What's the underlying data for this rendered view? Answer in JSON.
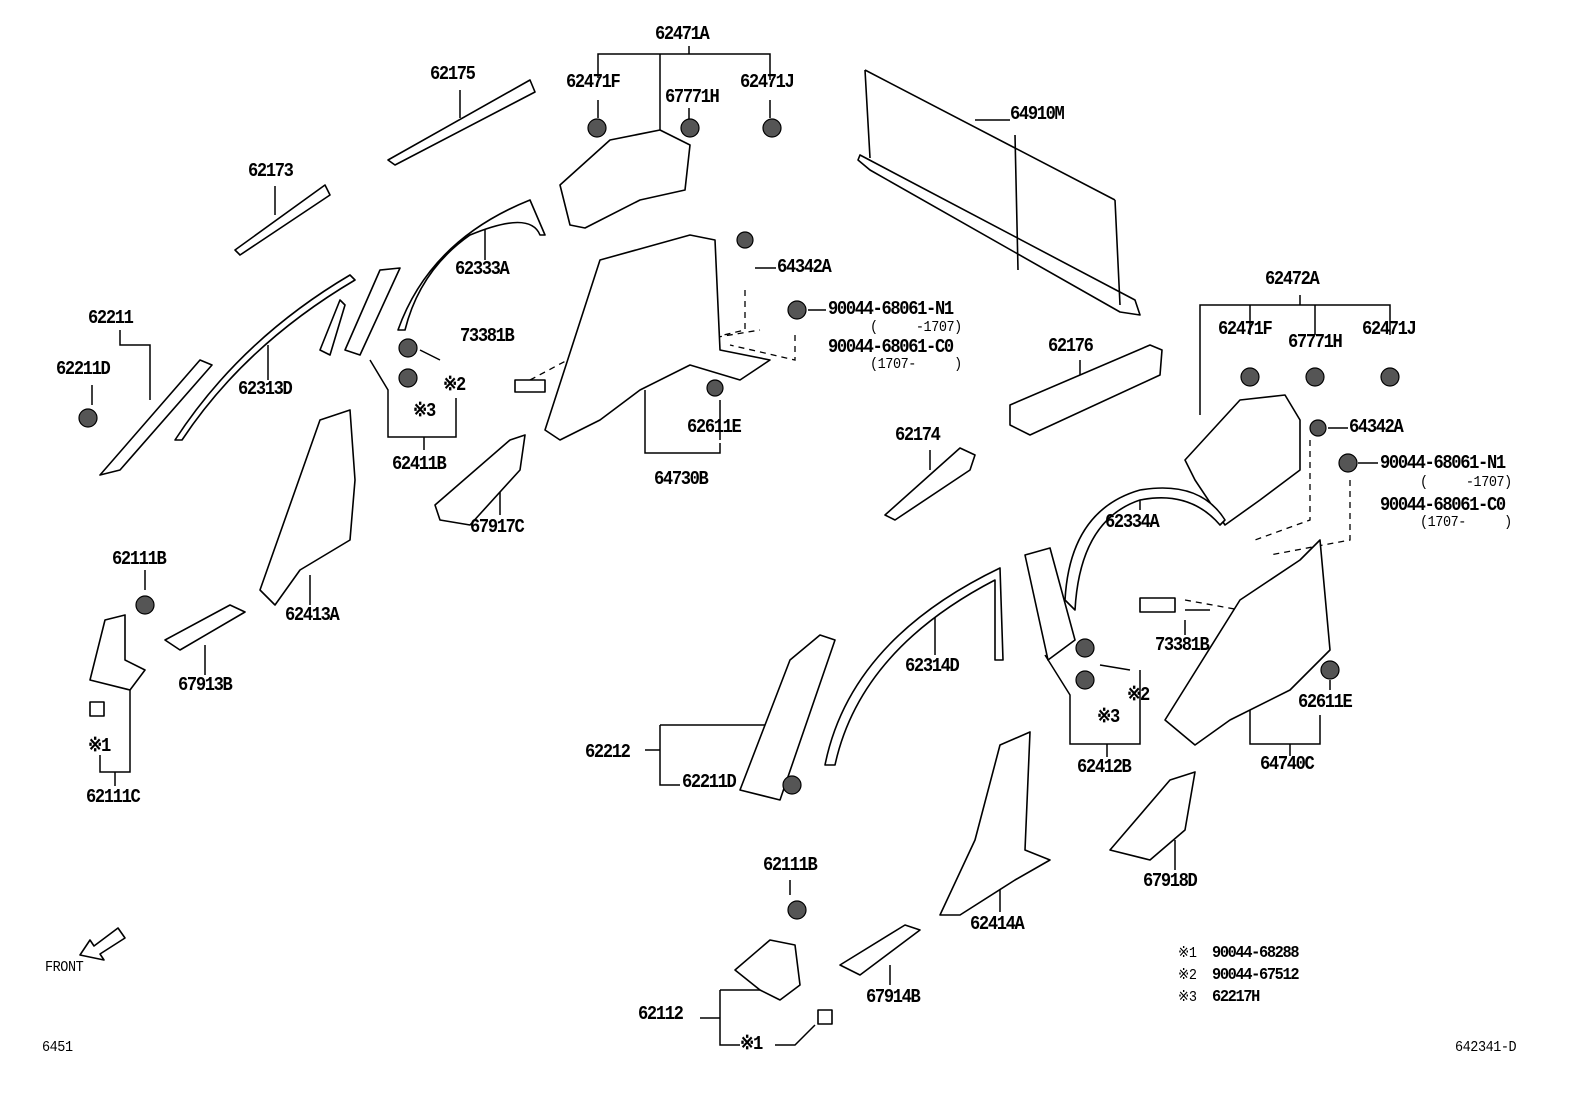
{
  "labels": {
    "p62471A": "62471A",
    "p62471F_a": "62471F",
    "p67771H_a": "67771H",
    "p62471J_a": "62471J",
    "p62175": "62175",
    "p64910M": "64910M",
    "p62173": "62173",
    "p62333A": "62333A",
    "p64342A_a": "64342A",
    "clip_n1_a": "90044-68061-N1",
    "clip_n1_range_a": "(     -1707)",
    "clip_c0_a": "90044-68061-C0",
    "clip_c0_range_a": "(1707-     )",
    "p73381B_a": "73381B",
    "p62211": "62211",
    "p62211D_a": "62211D",
    "p62313D": "62313D",
    "mark2_a": "※2",
    "mark3_a": "※3",
    "p62411B": "62411B",
    "p62611E_a": "62611E",
    "p64730B": "64730B",
    "p67917C": "67917C",
    "p62176": "62176",
    "p62472A": "62472A",
    "p62471F_b": "62471F",
    "p67771H_b": "67771H",
    "p62471J_b": "62471J",
    "p64342A_b": "64342A",
    "clip_n1_b": "90044-68061-N1",
    "clip_n1_range_b": "(     -1707)",
    "clip_c0_b": "90044-68061-C0",
    "clip_c0_range_b": "(1707-     )",
    "p62174": "62174",
    "p62334A": "62334A",
    "p62111B_a": "62111B",
    "p62413A": "62413A",
    "p67913B": "67913B",
    "p62314D": "62314D",
    "p73381B_b": "73381B",
    "mark2_b": "※2",
    "mark3_b": "※3",
    "p62412B": "62412B",
    "p62611E_b": "62611E",
    "p64740C": "64740C",
    "mark1_a": "※1",
    "p62111C": "62111C",
    "p62212": "62212",
    "p62211D_b": "62211D",
    "p67918D": "67918D",
    "p62111B_b": "62111B",
    "p62414A": "62414A",
    "p67914B": "67914B",
    "p62112": "62112",
    "mark1_b": "※1"
  },
  "front_label": "FRONT",
  "notes": [
    {
      "mark": "※1",
      "part": "90044-68288"
    },
    {
      "mark": "※2",
      "part": "90044-67512"
    },
    {
      "mark": "※3",
      "part": "62217H"
    }
  ],
  "page_code": "6451",
  "diagram_code": "642341-D"
}
